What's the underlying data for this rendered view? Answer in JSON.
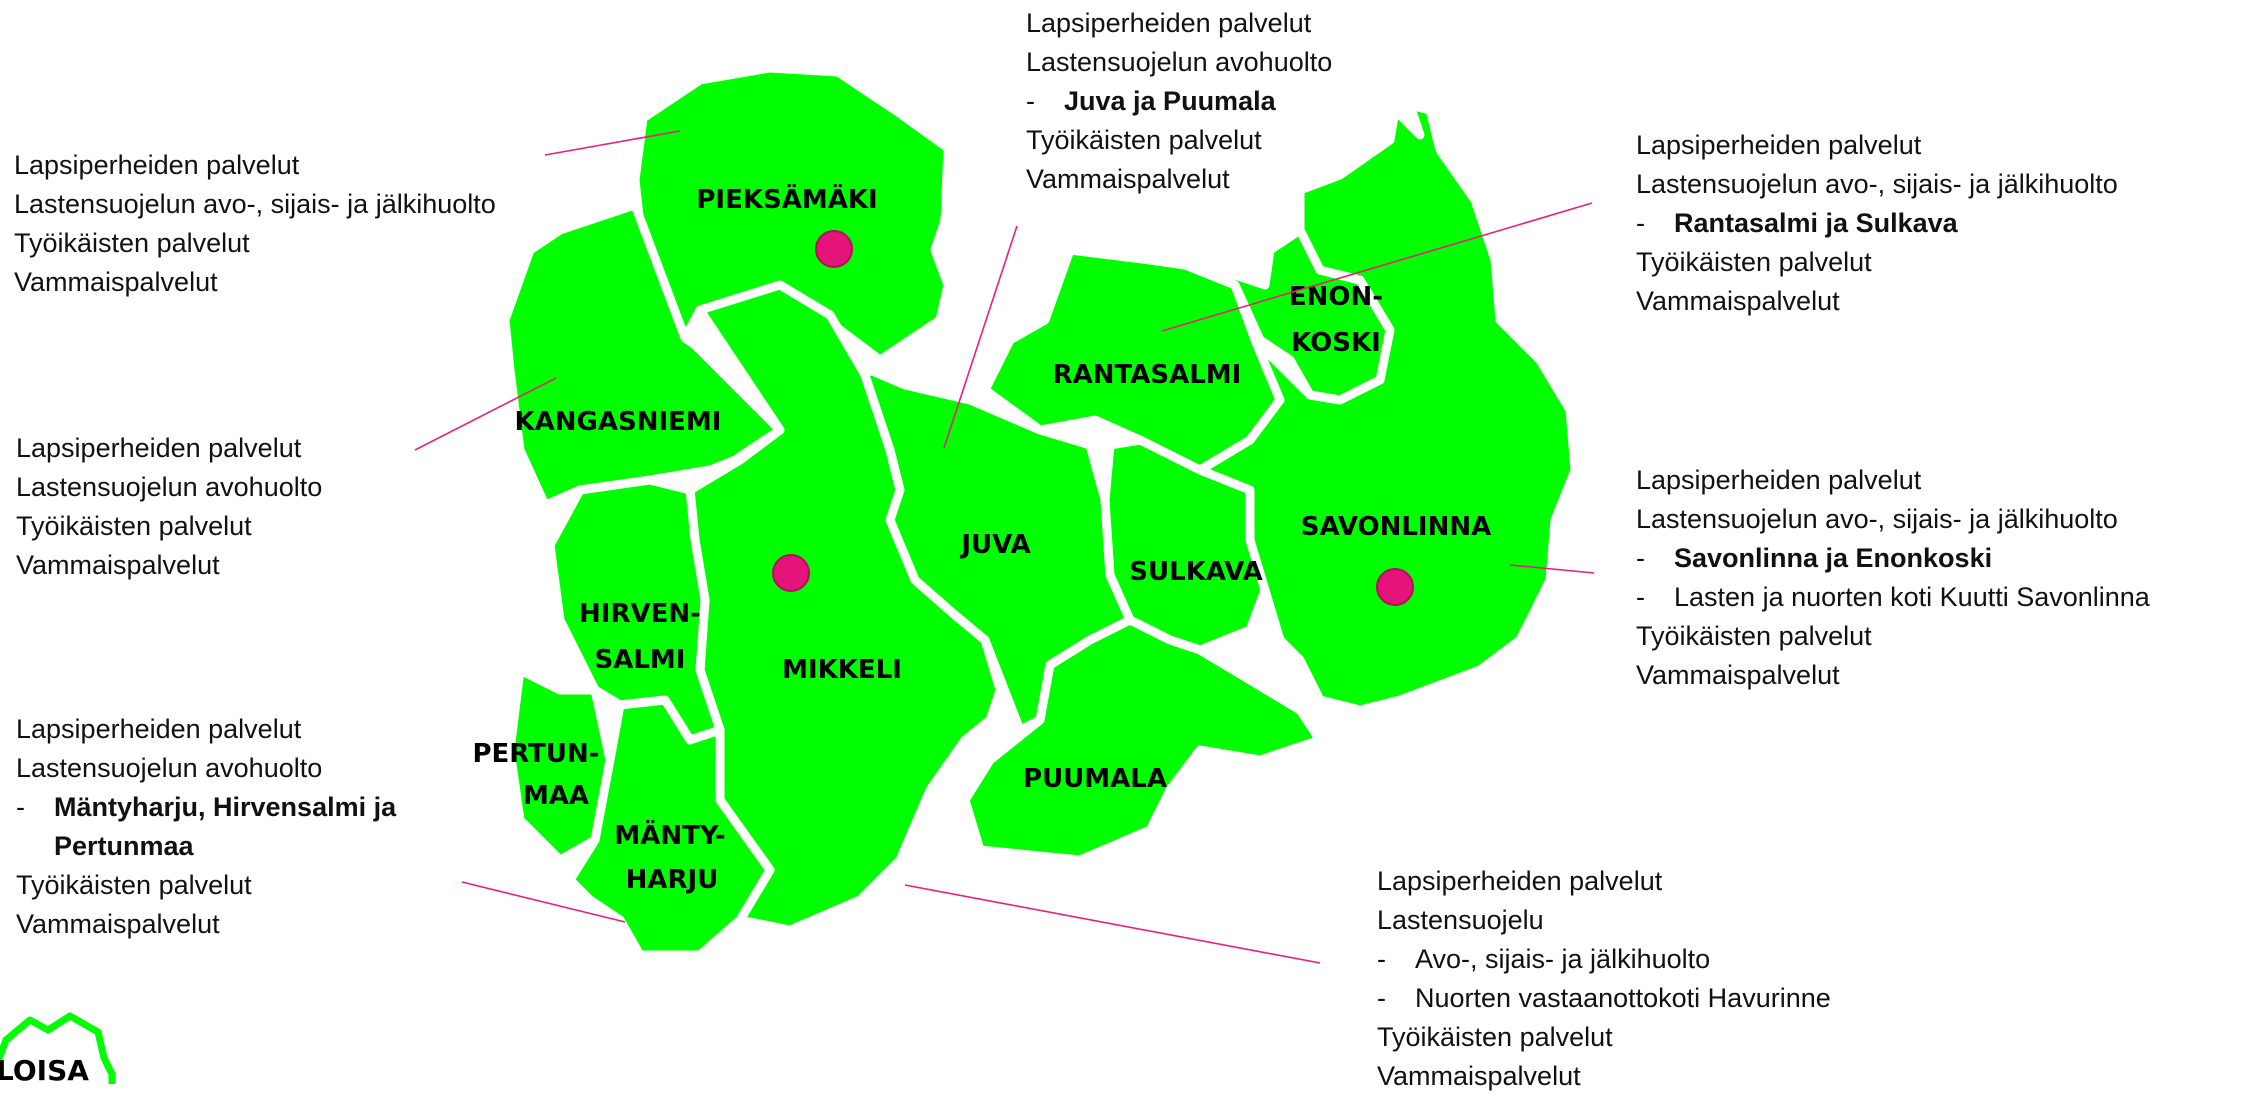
{
  "regions": {
    "pieksamaki": "PIEKSÄMÄKI",
    "kangasniemi": "KANGASNIEMI",
    "hirvensalmi": [
      "HIRVEN-",
      "SALMI"
    ],
    "pertunmaa": [
      "PERTUN-",
      "MAA"
    ],
    "mantyharju": [
      "MÄNTY-",
      "HARJU"
    ],
    "mikkeli": "MIKKELI",
    "juva": "JUVA",
    "puumala": "PUUMALA",
    "sulkava": "SULKAVA",
    "rantasalmi": "RANTASALMI",
    "enonkoski": [
      "ENON-",
      "KOSKI"
    ],
    "savonlinna": "SAVONLINNA"
  },
  "notes": {
    "pieksamaki": [
      "Lapsiperheiden palvelut",
      "Lastensuojelun avo-, sijais- ja jälkihuolto",
      "Työikäisten palvelut",
      "Vammaispalvelut"
    ],
    "kangasniemi": [
      "Lapsiperheiden palvelut",
      "Lastensuojelun avohuolto",
      "Työikäisten palvelut",
      "Vammaispalvelut"
    ],
    "mantyharju": {
      "l1": "Lapsiperheiden palvelut",
      "l2": "Lastensuojelun avohuolto",
      "b1": "Mäntyharju, Hirvensalmi ja",
      "b2": "Pertunmaa",
      "l3": "Työikäisten palvelut",
      "l4": "Vammaispalvelut"
    },
    "juva": {
      "l1": "Lapsiperheiden palvelut",
      "l2": "Lastensuojelun avohuolto",
      "b1": "Juva ja Puumala",
      "l3": "Työikäisten palvelut",
      "l4": "Vammaispalvelut"
    },
    "rantasalmi": {
      "l1": "Lapsiperheiden palvelut",
      "l2": "Lastensuojelun avo-, sijais- ja jälkihuolto",
      "b1": "Rantasalmi ja Sulkava",
      "l3": "Työikäisten palvelut",
      "l4": "Vammaispalvelut"
    },
    "savonlinna": {
      "l1": "Lapsiperheiden palvelut",
      "l2": "Lastensuojelun avo-, sijais- ja jälkihuolto",
      "b1": "Savonlinna ja Enonkoski",
      "d2": "Lasten ja nuorten koti Kuutti Savonlinna",
      "l3": "Työikäisten palvelut",
      "l4": "Vammaispalvelut"
    },
    "mikkeli": {
      "l1": "Lapsiperheiden palvelut",
      "l2": "Lastensuojelu",
      "d1": "Avo-, sijais- ja jälkihuolto",
      "d2": "Nuorten vastaanottokoti Havurinne",
      "l3": "Työikäisten palvelut",
      "l4": "Vammaispalvelut"
    }
  },
  "dash": "-",
  "logo": {
    "text": "LOISA"
  },
  "colors": {
    "region": "#00ff00",
    "leader": "#e8207c",
    "city": "#e5147a"
  }
}
